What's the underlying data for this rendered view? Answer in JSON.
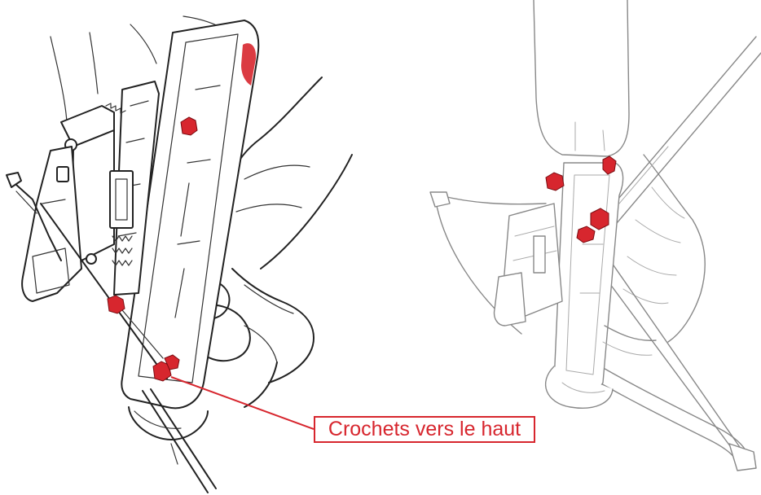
{
  "callout": {
    "label": "Crochets vers le haut"
  },
  "colors": {
    "highlight": "#d7262e",
    "ink": "#222222",
    "ink_light": "#888888",
    "background": "#ffffff"
  },
  "panels": [
    {
      "icon": "crossbow-cocking-closeup-illustration"
    },
    {
      "icon": "crossbow-cocking-overview-illustration"
    }
  ]
}
